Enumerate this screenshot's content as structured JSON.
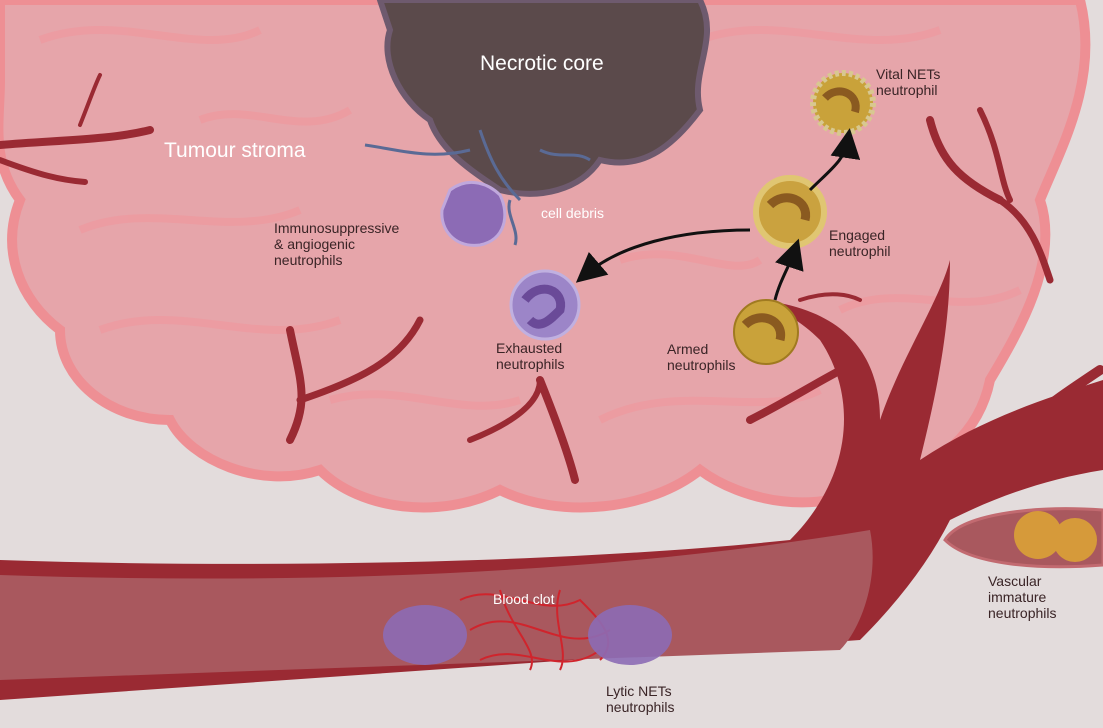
{
  "labels": {
    "necrotic_core": "Necrotic core",
    "tumour_stroma": "Tumour stroma",
    "immunosuppressive": "Immunosuppressive\n& angiogenic\nneutrophils",
    "cell_debris": "cell debris",
    "exhausted": "Exhausted\nneutrophils",
    "armed": "Armed\nneutrophils",
    "engaged": "Engaged\nneutrophil",
    "vital_nets": "Vital NETs\nneutrophil",
    "blood_clot": "Blood clot",
    "lytic_nets": "Lytic NETs\nneutrophils",
    "vascular_immature": "Vascular\nimmature\nneutrophils"
  },
  "colors": {
    "background": "#e3dcdc",
    "tumour": "#e6a5aa",
    "tumour_outline": "#ee8f94",
    "necrotic": "#5b4a4b",
    "vessel": "#9a2a33",
    "lumen": "#a9585e",
    "purple_cell": "#8c6bb5",
    "gold_cell": "#c9a23a"
  }
}
